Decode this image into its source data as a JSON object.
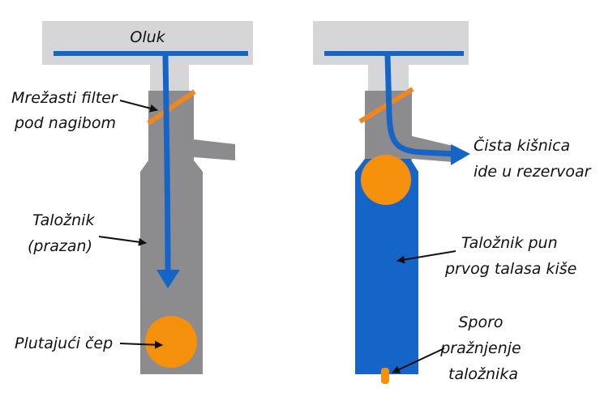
{
  "left_panel": {
    "gutter_label": "Oluk",
    "filter_label": [
      "Mrežasti filter",
      "pod nagibom"
    ],
    "tank_label": [
      "Taložnik",
      "(prazan)"
    ],
    "float_label": "Plutajući čep"
  },
  "right_panel": {
    "outlet_label": [
      "Čista kišnica",
      "ide u rezervoar"
    ],
    "tank_label": [
      "Taložnik pun",
      "prvog talasa kiše"
    ],
    "drain_label": [
      "Sporo",
      "pražnjenje",
      "taložnika"
    ]
  },
  "colors": {
    "gutter": "#d6d6d9",
    "pipe": "#8c8c8f",
    "water": "#1565c8",
    "filter": "#f0861e",
    "float": "#f4900c",
    "label": "#111111"
  }
}
